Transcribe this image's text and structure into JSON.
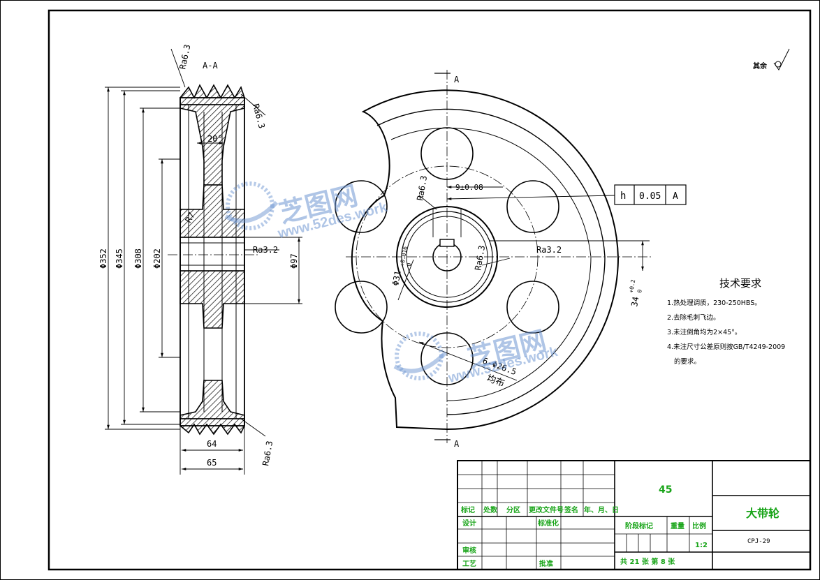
{
  "drawing": {
    "section_label": "A-A",
    "cut_marks": [
      "A",
      "A"
    ],
    "surface_other": "其余",
    "section_view": {
      "roughness": [
        "Ra6.3",
        "Ra6.3",
        "Ra3.2",
        "Ra6.3"
      ],
      "angle": "20°",
      "radius": "R7",
      "diameters": [
        "Φ352",
        "Φ345",
        "Φ308",
        "Φ202",
        "Φ97"
      ],
      "widths": [
        "64",
        "65"
      ]
    },
    "front_view": {
      "keyway": "9±0.08",
      "bore": "Φ31",
      "bore_tol_upper": "+0.016",
      "bore_tol_lower": "0",
      "roughness": [
        "Ra6.3",
        "Ra6.3",
        "Ra3.2"
      ],
      "depth": "34",
      "depth_tol_upper": "+0.2",
      "depth_tol_lower": "0",
      "holes": "6-Φ26.5",
      "holes_note": "均布"
    },
    "tolerance_frame": {
      "symbol": "h",
      "value": "0.05",
      "datum": "A"
    }
  },
  "technical_requirements": {
    "title": "技术要求",
    "items": [
      "1.热处理调质，230-250HBS。",
      "2.去除毛刺飞边。",
      "3.未注倒角均为2×45°。",
      "4.未注尺寸公差原则按GB/T4249-2009",
      "的要求。"
    ]
  },
  "title_block": {
    "material": "45",
    "part_name": "大带轮",
    "drawing_no": "CPJ-29",
    "headers": [
      "标记",
      "处数",
      "分区",
      "更改文件号",
      "签名",
      "年、月、日"
    ],
    "design": "设计",
    "standardization": "标准化",
    "review": "审核",
    "process": "工艺",
    "approval": "批准",
    "stage_mark": "阶段标记",
    "weight": "重量",
    "scale_label": "比例",
    "scale": "1:2",
    "sheet_info": "共 21 张    第 8 张"
  },
  "watermark": {
    "brand": "芝图网",
    "site": "www.52des.work",
    "color": "#6e96d2"
  }
}
